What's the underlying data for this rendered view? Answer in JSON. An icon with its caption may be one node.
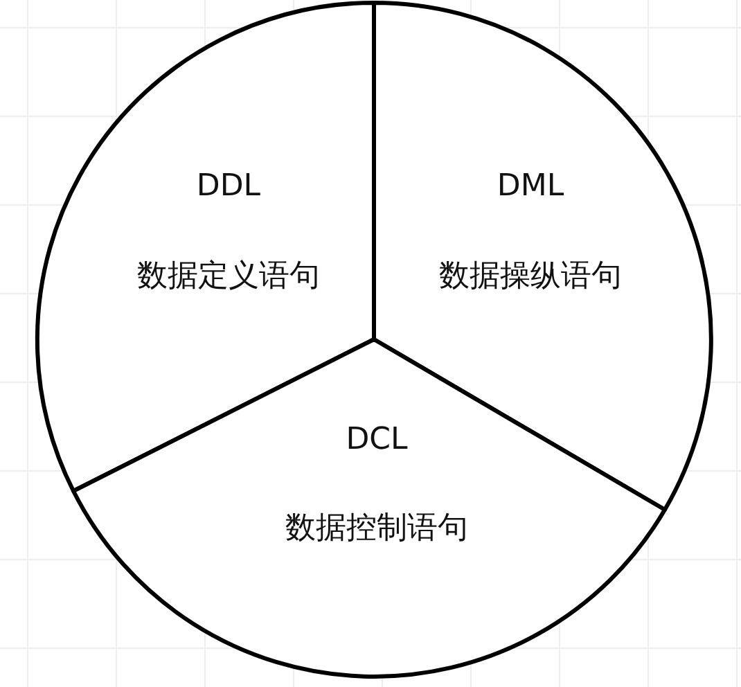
{
  "diagram": {
    "nodes": [
      {
        "text": [
          "DDL",
          "数据定义语句"
        ]
      },
      {
        "text": [
          "DML",
          "数据操纵语句"
        ]
      },
      {
        "text": [
          "DCL",
          "数据控制语句"
        ]
      }
    ]
  }
}
